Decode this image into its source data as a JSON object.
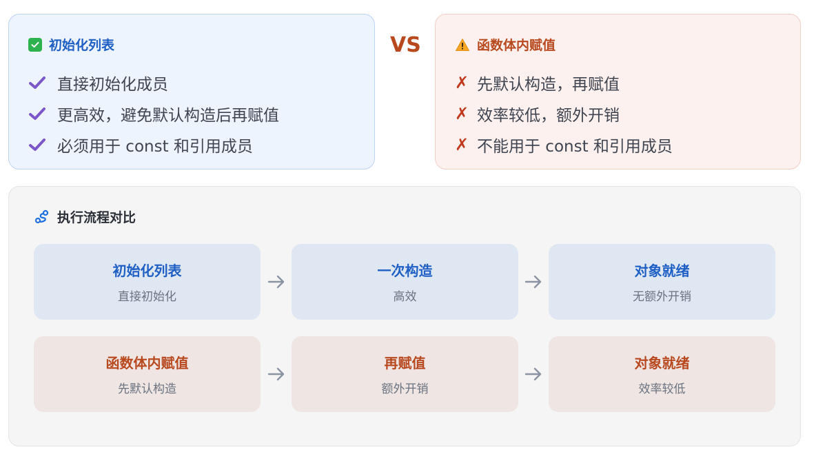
{
  "left_card": {
    "title": "初始化列表",
    "items": [
      "直接初始化成员",
      "更高效，避免默认构造后再赋值",
      "必须用于 const 和引用成员"
    ]
  },
  "vs_label": "VS",
  "right_card": {
    "title": "函数体内赋值",
    "items": [
      "先默认构造，再赋值",
      "效率较低，额外开销",
      "不能用于 const 和引用成员"
    ]
  },
  "flow": {
    "title": "执行流程对比",
    "rows": [
      {
        "steps": [
          {
            "title": "初始化列表",
            "sub": "直接初始化"
          },
          {
            "title": "一次构造",
            "sub": "高效"
          },
          {
            "title": "对象就绪",
            "sub": "无额外开销"
          }
        ]
      },
      {
        "steps": [
          {
            "title": "函数体内赋值",
            "sub": "先默认构造"
          },
          {
            "title": "再赋值",
            "sub": "额外开销"
          },
          {
            "title": "对象就绪",
            "sub": "效率较低"
          }
        ]
      }
    ]
  },
  "colors": {
    "blue_accent": "#1d5fc4",
    "red_accent": "#b8491f",
    "check_green": "#2db24f",
    "tick_purple": "#7b57c9",
    "warn_orange": "#f5a623"
  },
  "icons": {
    "left_title": "check-box-icon",
    "left_item": "checkmark-icon",
    "right_title": "warning-icon",
    "right_item": "cross-icon",
    "flow_title": "route-icon",
    "flow_arrow": "arrow-right-icon"
  }
}
